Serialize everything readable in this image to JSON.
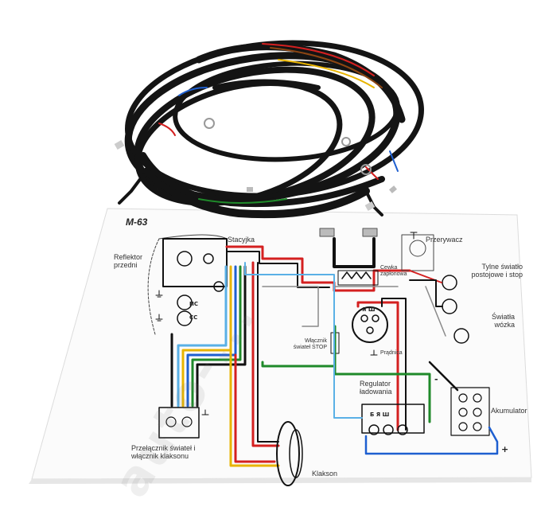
{
  "diagram": {
    "title": "M-63",
    "labels": {
      "stacyjka": "Stacyjka",
      "reflektor": "Reflektor przedni",
      "przerywacz": "Przerywacz",
      "cewka": "Cewka zapłonowa",
      "tylne": "Tylne światło postojowe i stop",
      "swiatla_wozka": "Światła wózka",
      "wlacznik_stop": "Włącznik świateł STOP",
      "pradnica": "Prądnica",
      "regulator": "Regulator ładowania",
      "akumulator": "Akumulator",
      "przelacznik": "Przełącznik świateł i włącznik klaksonu",
      "klakson": "Klakson"
    },
    "symbols": {
      "pc": "ПС",
      "cc": "СС",
      "minus": "-",
      "plus": "+",
      "bya": "Б Я Ш",
      "ysh": "Я Ш"
    },
    "watermark": "auto-..."
  },
  "colors": {
    "cable": "#141414",
    "red": "#d42020",
    "yellow": "#e8b400",
    "blue": "#1e5fd0",
    "green": "#1f8a2a",
    "black": "#111111",
    "gray": "#8a8a8a",
    "lightblue": "#5ab0e6",
    "paper": "#fbfbfb"
  }
}
